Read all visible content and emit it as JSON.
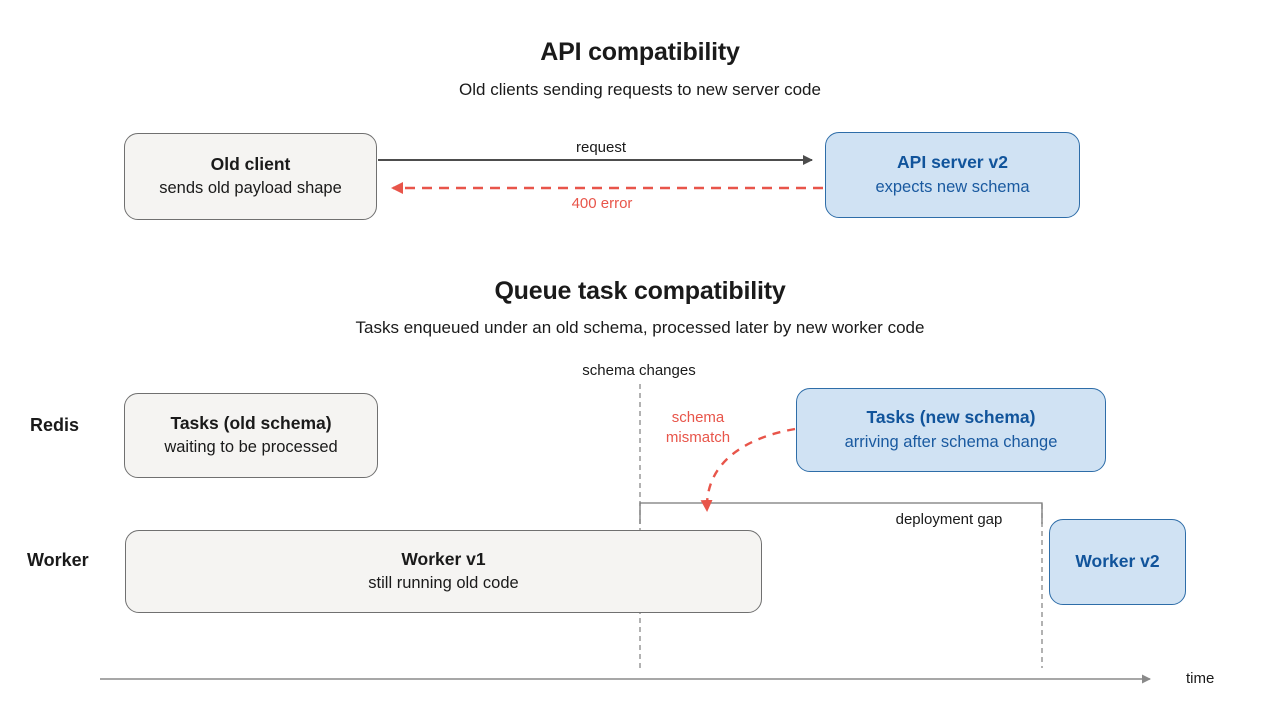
{
  "colors": {
    "blue_fill": "#d0e2f3",
    "blue_border": "#2e6da8",
    "blue_text": "#11549b",
    "gray_fill": "#f5f4f2",
    "gray_border": "#707070",
    "red": "#e8554a",
    "arrow_gray": "#4d4d4d",
    "axis_gray": "#8a8a8a",
    "text": "#1a1a1a"
  },
  "section_api": {
    "title": "API compatibility",
    "subtitle": "Old clients sending requests to new server code",
    "old_client": {
      "title": "Old client",
      "subtitle": "sends old payload shape"
    },
    "api_server": {
      "title": "API server v2",
      "subtitle": "expects new schema"
    },
    "request_label": "request",
    "error_label": "400 error"
  },
  "section_queue": {
    "title": "Queue task compatibility",
    "subtitle": "Tasks enqueued under an old schema, processed later by new worker code",
    "schema_changes_label": "schema changes",
    "deployment_gap_label": "deployment gap",
    "schema_mismatch_line1": "schema",
    "schema_mismatch_line2": "mismatch",
    "row_redis_label": "Redis",
    "row_worker_label": "Worker",
    "tasks_old": {
      "title": "Tasks (old schema)",
      "subtitle": "waiting to be processed"
    },
    "tasks_new": {
      "title": "Tasks (new schema)",
      "subtitle": "arriving after schema change"
    },
    "worker_v1": {
      "title": "Worker v1",
      "subtitle": "still running old code"
    },
    "worker_v2": {
      "title": "Worker v2"
    },
    "time_label": "time"
  }
}
